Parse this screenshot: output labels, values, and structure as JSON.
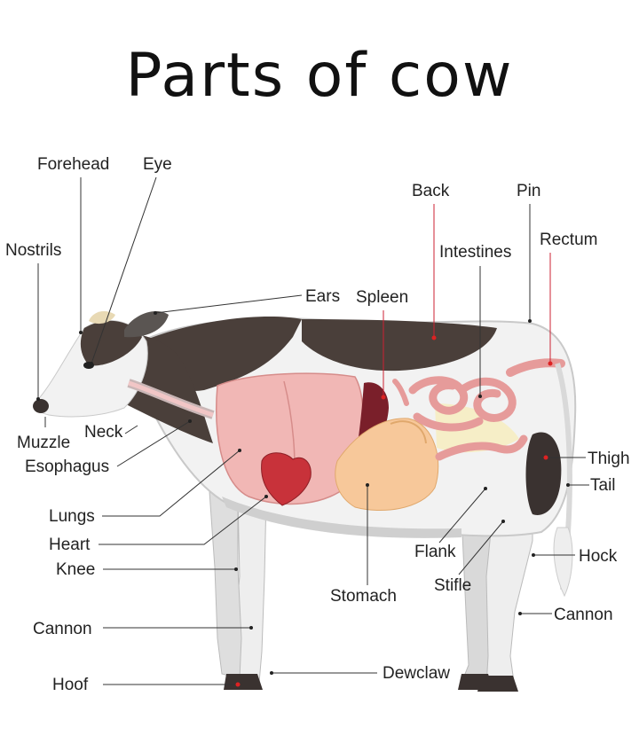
{
  "title": "Parts of cow",
  "labels": {
    "forehead": "Forehead",
    "eye": "Eye",
    "nostrils": "Nostrils",
    "ears": "Ears",
    "spleen": "Spleen",
    "back": "Back",
    "pin": "Pin",
    "intestines": "Intestines",
    "rectum": "Rectum",
    "muzzle": "Muzzle",
    "neck": "Neck",
    "esophagus": "Esophagus",
    "lungs": "Lungs",
    "heart": "Heart",
    "knee": "Knee",
    "cannon_front": "Cannon",
    "hoof": "Hoof",
    "stomach": "Stomach",
    "flank": "Flank",
    "stifle": "Stifle",
    "dewclaw": "Dewclaw",
    "thigh": "Thigh",
    "tail": "Tail",
    "hock": "Hock",
    "cannon_rear": "Cannon"
  },
  "colors": {
    "hide_dark": "#4a3f3a",
    "hide_light": "#f2f2f2",
    "lung": "#f1b7b5",
    "heart": "#c8323a",
    "stomach": "#f7c89a",
    "intestine": "#f2a9a8",
    "spleen": "#7a1f2a"
  }
}
